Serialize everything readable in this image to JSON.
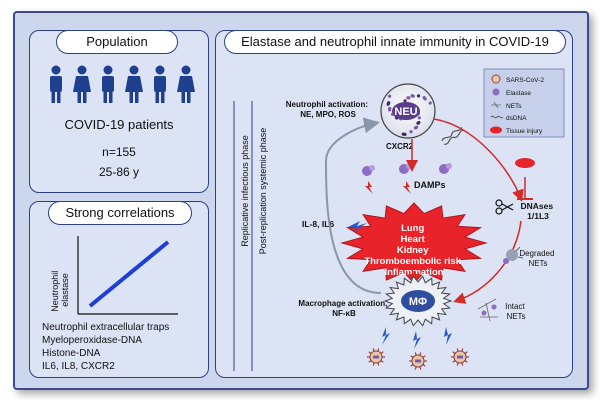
{
  "population": {
    "title": "Population",
    "group": "COVID-19 patients",
    "n": "n=155",
    "age": "25-86 y"
  },
  "correlations": {
    "title": "Strong correlations",
    "y_axis_label": "Neutrophil elastase",
    "y_axis_line1": "Neutrophil",
    "y_axis_line2": "elastase",
    "items": [
      "Neutrophil extracellular traps",
      "Myeloperoxidase-DNA",
      "Histone-DNA",
      "IL6, IL8, CXCR2"
    ]
  },
  "main": {
    "title": "Elastase and neutrophil innate immunity in COVID-19",
    "phase_1": "Replicative infectious phase",
    "phase_2": "Post-replication systemic phase",
    "neutrophil_activation": [
      "Neutrophil activation:",
      "NE, MPO, ROS"
    ],
    "neu_label": "NEU",
    "cxcr2_label": "CXCR2",
    "damps_label": "DAMPs",
    "il_label": "IL-8, IL6",
    "organs": [
      "Lung",
      "Heart",
      "Kidney",
      "Thromboembolic risk",
      "Inflammation"
    ],
    "dnases": [
      "DNAses",
      "1/1L3"
    ],
    "degraded_nets": [
      "Degraded",
      "NETs"
    ],
    "macrophage_activation": [
      "Macrophage activation,",
      "NF-κB"
    ],
    "mphi_label": "MΦ",
    "intact_nets": [
      "Intact",
      "NETs"
    ]
  },
  "legend": {
    "items": [
      "SARS-CoV-2",
      "Elastase",
      "NETs",
      "dsDNA",
      "Tissue injury"
    ]
  },
  "colors": {
    "panel_bg": "#dbe3f4",
    "frame_bg": "#ccd6ec",
    "border": "#2e3f86",
    "figure_blue": "#1f3f8f",
    "correlation_line": "#1e3fd6",
    "starburst": "#e8242a",
    "arrow_red": "#d42a2a",
    "arrow_gray": "#8a96aa",
    "elastase_purple": "#8e6cc0"
  },
  "icons": [
    "person-icon",
    "neutrophil-cell-icon",
    "macrophage-cell-icon",
    "virus-icon",
    "elastase-icon",
    "dna-helix-icon",
    "scissors-icon",
    "inhibition-icon",
    "lightning-bolt-icon",
    "tissue-injury-icon"
  ]
}
